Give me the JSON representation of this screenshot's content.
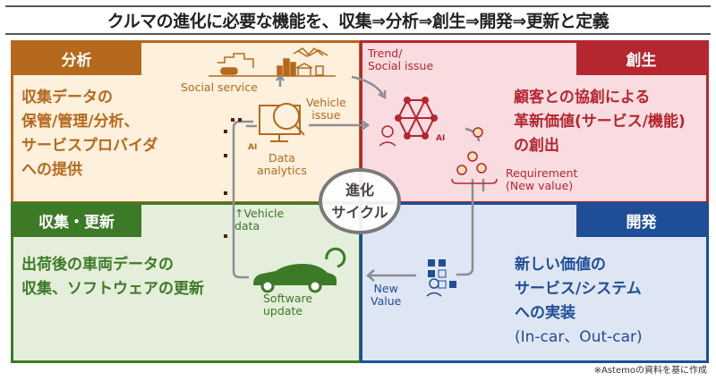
{
  "title": "クルマの進化に必要な機能を、収集⇒分析⇒創生⇒開発⇒更新と定義",
  "quadrants": {
    "analysis": {
      "tab": "分析",
      "lines": [
        "収集データの",
        "保管/管理/分析、",
        "サービスプロバイダ",
        "への提供"
      ],
      "color": "#b5691c",
      "bg": "#fdf0dc"
    },
    "creation": {
      "tab": "創生",
      "lines": [
        "顧客との協創による",
        "革新価値(サービス/機能)",
        "の創出"
      ],
      "color": "#b52630",
      "bg": "#f9dce0"
    },
    "collect": {
      "tab": "収集・更新",
      "lines": [
        "出荷後の車両データの",
        "収集、ソフトウェアの更新"
      ],
      "color": "#3c7a28",
      "bg": "#e5eeda"
    },
    "develop": {
      "tab": "開発",
      "lines": [
        "新しい価値の",
        "サービス/システム",
        "への実装",
        "(In-car、Out-car)"
      ],
      "color": "#1f4e97",
      "bg": "#dfe6f3"
    }
  },
  "labels": {
    "social_service": "Social service",
    "vehicle_issue": [
      "Vehicle",
      "issue"
    ],
    "data_analytics": [
      "Data",
      "analytics"
    ],
    "trend": [
      "Trend/",
      "Social issue"
    ],
    "requirement": [
      "Requirement",
      "(New value)"
    ],
    "vehicle_data": [
      "↑Vehicle",
      "data"
    ],
    "software_update": [
      "Software",
      "update"
    ],
    "new_value": [
      "New",
      "Value"
    ],
    "ai": "AI"
  },
  "cycle": [
    "進化",
    "サイクル"
  ],
  "note": "※Astemoの資料を基に作成"
}
